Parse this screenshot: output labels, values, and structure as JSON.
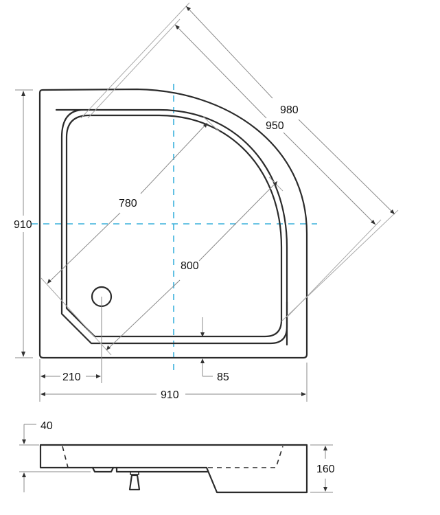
{
  "diagram": {
    "type": "technical-drawing",
    "subject": "quadrant shower tray",
    "units": "mm",
    "colors": {
      "outline": "#2b2b2b",
      "dimension_lines": "#8a8a8a",
      "center_axis": "#3ab0dc",
      "text": "#111111",
      "background": "#ffffff"
    },
    "top_view": {
      "dimensions": {
        "diagonal_outer": "980",
        "diagonal_inner": "950",
        "inner_diagonal_780": "780",
        "inner_diagonal_800": "800",
        "height_left": "910",
        "width_bottom": "910",
        "drain_offset": "210",
        "rim_width": "85"
      }
    },
    "side_view": {
      "dimensions": {
        "top_thickness": "40",
        "total_height": "160"
      }
    }
  }
}
